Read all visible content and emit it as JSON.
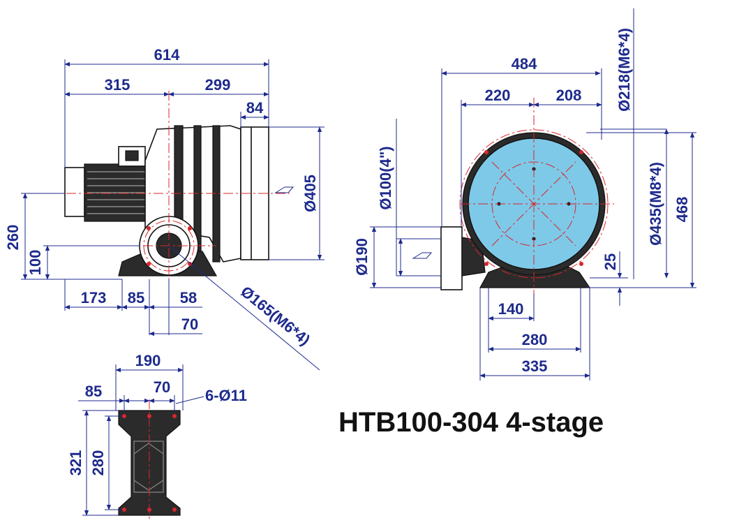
{
  "title": "HTB100-304 4-stage",
  "colors": {
    "dimension": "#1d2a8c",
    "centerline": "#d8262c",
    "impeller": "#7ec9e8",
    "body": "#2b2b2b"
  },
  "side_view": {
    "overall_length": "614",
    "length_left": "315",
    "length_right": "299",
    "inlet_depth": "84",
    "housing_diameter": "Ø405",
    "shaft_height": "260",
    "outlet_height": "100",
    "base_offset": "173",
    "base_inner": "85",
    "base_gap": "58",
    "base_spacing": "70",
    "outlet_flange": "Ø165(M6*4)"
  },
  "front_view": {
    "overall_width": "484",
    "width_left": "220",
    "width_right": "208",
    "inlet_flange": "Ø218(M6*4)",
    "pipe_size": "Ø100(4\")",
    "outlet_diameter": "Ø190",
    "bolt_circle": "Ø435(M8*4)",
    "overall_height": "468",
    "base_thickness": "25",
    "half_span": "140",
    "mount_span": "280",
    "base_width": "335"
  },
  "base_view": {
    "width": "190",
    "left_offset": "85",
    "hole_spacing": "70",
    "holes": "6-Ø11",
    "overall_length": "321",
    "mount_length": "280"
  }
}
